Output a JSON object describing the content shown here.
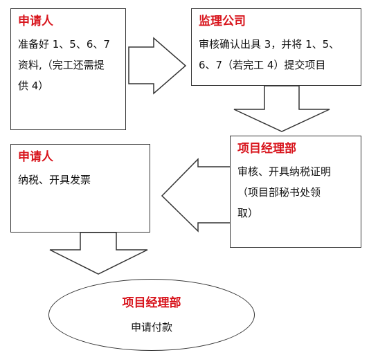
{
  "nodes": {
    "applicant_1": {
      "title": "申请人",
      "lines": [
        "准备好 1、5、6、7",
        "资料,（完工还需提",
        "供 4）"
      ]
    },
    "supervisor": {
      "title": "监理公司",
      "lines": [
        "审核确认出具 3，并将 1、5、",
        "6、7（若完工  4）提交项目"
      ]
    },
    "project_dept_1": {
      "title": "项目经理部",
      "lines": [
        "审核、开具纳税证明",
        "（项目部秘书处领",
        "取）"
      ]
    },
    "applicant_2": {
      "title": "申请人",
      "lines": [
        "纳税、开具发票"
      ]
    },
    "project_dept_2": {
      "title": "项目经理部",
      "lines": [
        "申请付款"
      ]
    }
  },
  "colors": {
    "title": "#d8141c",
    "text": "#111111",
    "border": "#333333"
  }
}
